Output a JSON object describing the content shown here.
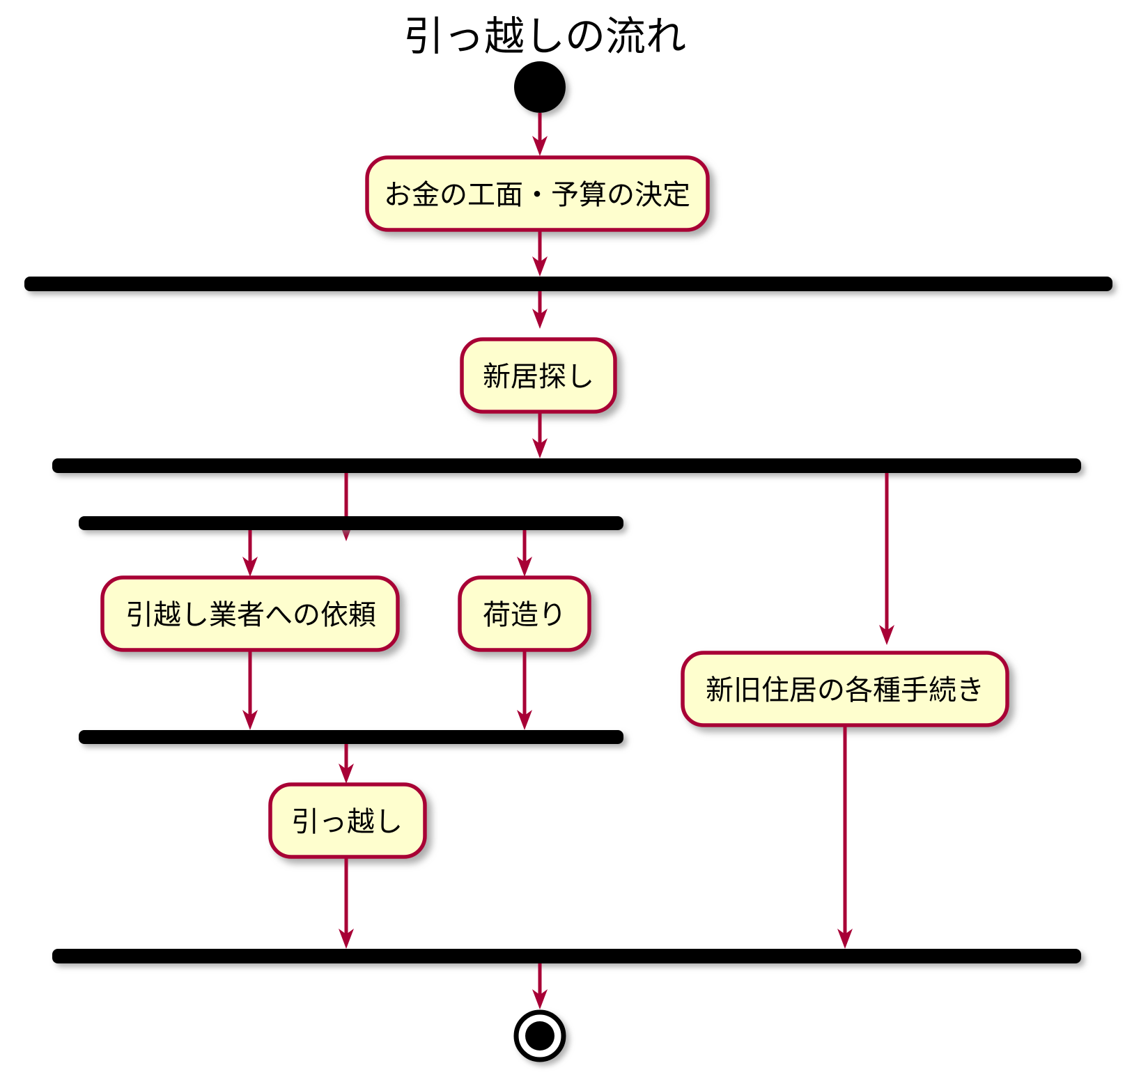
{
  "diagram": {
    "title": "引っ越しの流れ",
    "type": "uml-activity-diagram",
    "colors": {
      "node_fill": "#FEFECE",
      "node_stroke": "#A80036",
      "edge": "#A80036",
      "bar": "#000000",
      "background": "#FFFFFF",
      "text": "#000000"
    },
    "nodes": {
      "start": {
        "name": "start-node",
        "label": ""
      },
      "activity_budget": {
        "label": "お金の工面・予算の決定"
      },
      "activity_new_home": {
        "label": "新居探し"
      },
      "activity_mover": {
        "label": "引越し業者への依頼"
      },
      "activity_packing": {
        "label": "荷造り"
      },
      "activity_procedures": {
        "label": "新旧住居の各種手続き"
      },
      "activity_move": {
        "label": "引っ越し"
      },
      "end": {
        "name": "end-node",
        "label": ""
      }
    },
    "bars": [
      {
        "name": "fork-bar-1",
        "role": "fork"
      },
      {
        "name": "fork-bar-2",
        "role": "fork"
      },
      {
        "name": "fork-bar-3",
        "role": "fork"
      },
      {
        "name": "join-bar-1",
        "role": "join"
      },
      {
        "name": "join-bar-2",
        "role": "join"
      }
    ],
    "flow_order": [
      "start",
      "お金の工面・予算の決定",
      "fork-bar-1",
      "新居探し",
      "fork-bar-2",
      "fork-bar-3",
      "引越し業者への依頼",
      "荷造り",
      "join-bar-1",
      "引っ越し",
      "新旧住居の各種手続き",
      "join-bar-2",
      "end"
    ]
  }
}
